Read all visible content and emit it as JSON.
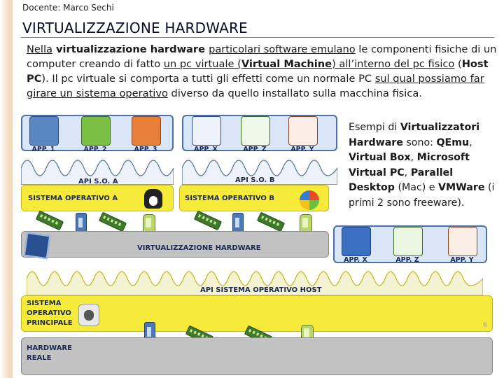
{
  "header": {
    "docente": "Docente: Marco Sechi"
  },
  "slide": {
    "title": "VIRTUALIZZAZIONE HARDWARE",
    "para": {
      "s1": "Nella",
      "s2": " virtualizzazione hardware ",
      "s3": "particolari software emulano",
      "s4": " le componenti fisiche di un computer creando di fatto ",
      "s5": "un pc virtuale (",
      "s6": "Virtual Machine",
      "s7": ")",
      "s8": " all’interno del pc fisico",
      "s9": " (",
      "s10": "Host PC",
      "s11": "). Il pc virtuale si comporta a tutti gli effetti come un normale PC ",
      "s12": "sul qual possiamo far girare un sistema operativo",
      "s13": " diverso da quello installato sulla macchina fisica."
    },
    "examples": {
      "t1": "Esempi di ",
      "t2": "Virtualizzatori Hardware",
      "t3": " sono: ",
      "t4": "QEmu",
      "t5": ", ",
      "t6": "Virtual Box",
      "t7": ", ",
      "t8": "Microsoft Virtual PC",
      "t9": ", ",
      "t10": "Parallel Desktop",
      "t11": " (Mac) e ",
      "t12": "VMWare",
      "t13": " (i primi 2 sono freeware)."
    },
    "page_number": "6"
  },
  "diagram": {
    "apps_a": [
      "APP. 1",
      "APP. 2",
      "APP. 3"
    ],
    "apps_b": [
      "APP. X",
      "APP. Z",
      "APP. Y"
    ],
    "apps_host": [
      "APP. X",
      "APP. Z",
      "APP. Y"
    ],
    "api_a": "API S.O. A",
    "api_b": "API S.O. B",
    "os_a": "SISTEMA OPERATIVO A",
    "os_b": "SISTEMA OPERATIVO B",
    "virt": "VIRTUALIZZAZIONE HARDWARE",
    "api_host": "API SISTEMA OPERATIVO HOST",
    "os_host": [
      "SISTEMA",
      "OPERATIVO",
      "PRINCIPALE"
    ],
    "hw": [
      "HARDWARE",
      "REALE"
    ],
    "colors": {
      "yellow": "#f6ea3a",
      "light_yellow": "#f3f3d2",
      "gray": "#c2c2c2",
      "blue_frame": "#4d6fb0"
    }
  }
}
